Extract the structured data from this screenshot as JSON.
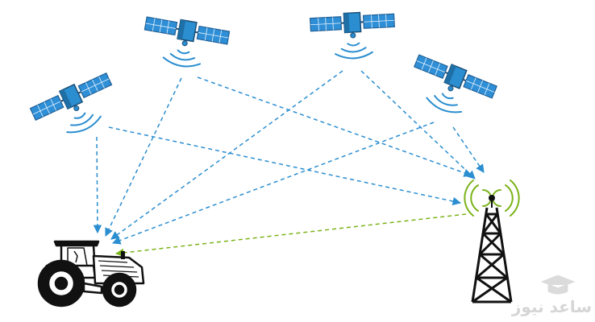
{
  "diagram": {
    "colors": {
      "satellite_signal": "#2b8ed0",
      "base_station_signal": "#7ab317",
      "outline": "#111111"
    },
    "nodes": {
      "satellites": [
        {
          "id": "satellite-1"
        },
        {
          "id": "satellite-2"
        },
        {
          "id": "satellite-3"
        },
        {
          "id": "satellite-4"
        }
      ],
      "receiver": {
        "id": "tractor",
        "icon": "tractor-icon"
      },
      "base_station": {
        "id": "radio-tower",
        "icon": "radio-tower-icon"
      }
    },
    "links": [
      {
        "from": "satellite-1",
        "to": "tractor"
      },
      {
        "from": "satellite-1",
        "to": "radio-tower"
      },
      {
        "from": "satellite-2",
        "to": "tractor"
      },
      {
        "from": "satellite-2",
        "to": "radio-tower"
      },
      {
        "from": "satellite-3",
        "to": "tractor"
      },
      {
        "from": "satellite-3",
        "to": "radio-tower"
      },
      {
        "from": "satellite-4",
        "to": "tractor"
      },
      {
        "from": "satellite-4",
        "to": "radio-tower"
      },
      {
        "from": "radio-tower",
        "to": "tractor",
        "kind": "correction"
      }
    ]
  },
  "watermark": {
    "icon": "graduation-cap-icon",
    "text": "ساعد نیوز"
  }
}
